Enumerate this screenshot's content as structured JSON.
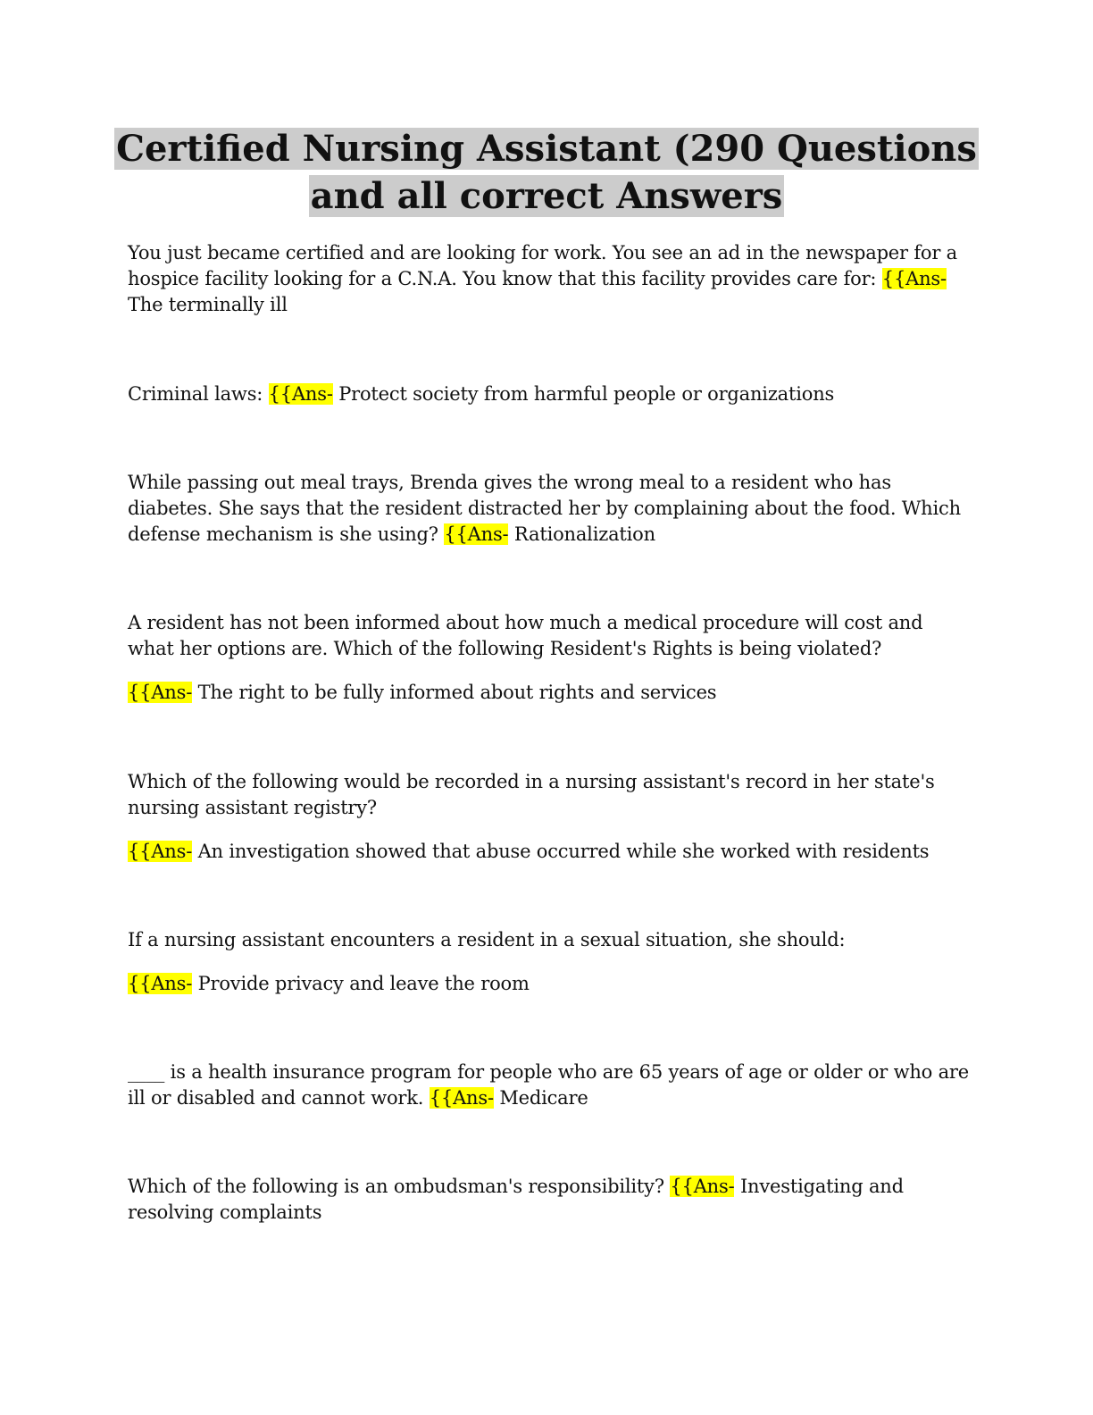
{
  "title_line1": "Certified Nursing Assistant (290 Questions",
  "title_line2": "and all correct Answers",
  "answer_prefix": "{{Ans-",
  "items": [
    {
      "question": "You just became certified and are looking for work. You see an ad in the newspaper for a hospice facility looking for a C.N.A. You know that this facility provides care for:",
      "answer": "The terminally ill"
    },
    {
      "question": "Criminal laws:",
      "answer": "Protect society from harmful people or organizations"
    },
    {
      "question": "While passing out meal trays, Brenda gives the wrong meal to a resident who has diabetes. She says that the resident distracted her by complaining about the food. Which defense mechanism is she using?",
      "answer": "Rationalization"
    },
    {
      "question": "A resident has not been informed about how much a medical procedure will cost and what her options are. Which of the following Resident's Rights is being violated?",
      "answer": "The right to be fully informed about rights and services"
    },
    {
      "question": "Which of the following would be recorded in a nursing assistant's record in her state's nursing assistant registry?",
      "answer": "An investigation showed that abuse occurred while she worked with residents"
    },
    {
      "question": "If a nursing assistant encounters a resident in a sexual situation, she should:",
      "answer": "Provide privacy and leave the room"
    },
    {
      "question": "____ is a health insurance program for people who are 65 years of age or older or who are ill or disabled and cannot work.",
      "answer": "Medicare"
    },
    {
      "question": "Which of the following is an ombudsman's responsibility?",
      "answer": "Investigating and resolving complaints"
    }
  ]
}
